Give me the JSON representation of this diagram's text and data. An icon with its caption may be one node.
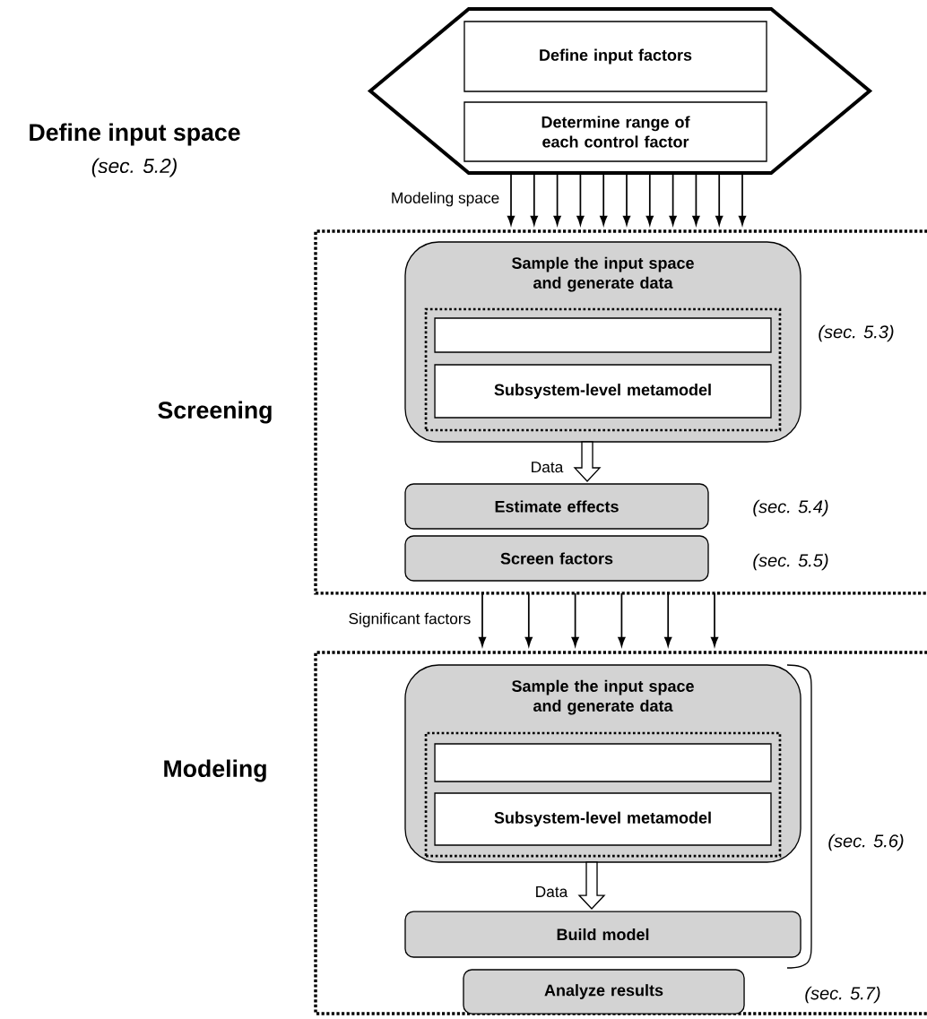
{
  "diagram": {
    "nodes": [
      {
        "text": [],
        "shape": "hexagon",
        "beside": [
          "Define input space",
          "(sec. 5.2)"
        ]
      },
      {
        "text": [
          "Define input factors"
        ],
        "in": 0
      },
      {
        "text": [
          "Determine range of each control factor"
        ],
        "in": 0
      },
      {
        "text": [
          "Screening"
        ]
      },
      {
        "text": [
          "Sample the input space and generate data"
        ],
        "in": 3,
        "beside": [
          "(sec. 5.3)"
        ]
      },
      {
        "text": [],
        "shape": "box",
        "in": 4
      },
      {
        "text": [],
        "shape": "box",
        "in": 5
      },
      {
        "text": [
          "Subsystem-level metamodel"
        ],
        "in": 5
      },
      {
        "text": [
          "Estimate effects"
        ],
        "in": 3,
        "beside": [
          "(sec. 5.4)"
        ]
      },
      {
        "text": [
          "Screen factors"
        ],
        "in": 3,
        "beside": [
          "(sec. 5.5)"
        ]
      },
      {
        "text": [
          "Modeling"
        ]
      },
      {
        "text": [
          "Sample the input space and generate data"
        ],
        "in": 10
      },
      {
        "text": [],
        "shape": "box",
        "in": 11
      },
      {
        "text": [],
        "shape": "box",
        "in": 12
      },
      {
        "text": [
          "Subsystem-level metamodel"
        ],
        "in": 12
      },
      {
        "text": [
          "Build model"
        ],
        "in": 10
      },
      {
        "text": [
          "Analyze results"
        ],
        "in": 10
      }
    ],
    "edges": [
      {
        "from": 0,
        "to": 3,
        "arrow": "to",
        "label": "Modeling space"
      },
      {
        "from": 0,
        "to": 3,
        "arrow": "to"
      },
      {
        "from": 0,
        "to": 3,
        "arrow": "to"
      },
      {
        "from": 0,
        "to": 3,
        "arrow": "to"
      },
      {
        "from": 0,
        "to": 3,
        "arrow": "to"
      },
      {
        "from": 0,
        "to": 3,
        "arrow": "to"
      },
      {
        "from": 0,
        "to": 3,
        "arrow": "to"
      },
      {
        "from": 0,
        "to": 3,
        "arrow": "to"
      },
      {
        "from": 0,
        "to": 3,
        "arrow": "to"
      },
      {
        "from": 0,
        "to": 3,
        "arrow": "to"
      },
      {
        "from": 0,
        "to": 3,
        "arrow": "to"
      },
      {
        "from": 3,
        "to": 10,
        "arrow": "to",
        "label": "Significant factors"
      },
      {
        "from": 3,
        "to": 10,
        "arrow": "to"
      },
      {
        "from": 3,
        "to": 10,
        "arrow": "to"
      },
      {
        "from": 3,
        "to": 10,
        "arrow": "to"
      },
      {
        "from": 3,
        "to": 10,
        "arrow": "to"
      },
      {
        "from": 3,
        "to": 10,
        "arrow": "to"
      },
      {
        "from": 4,
        "to": 8,
        "arrow": "to",
        "style": "thick",
        "label": "Data"
      },
      {
        "from": 11,
        "to": 15,
        "arrow": "to",
        "style": "thick",
        "label": "Data"
      }
    ],
    "labels": [
      "(sec. 5.6)",
      "(sec. 5.7)"
    ]
  }
}
